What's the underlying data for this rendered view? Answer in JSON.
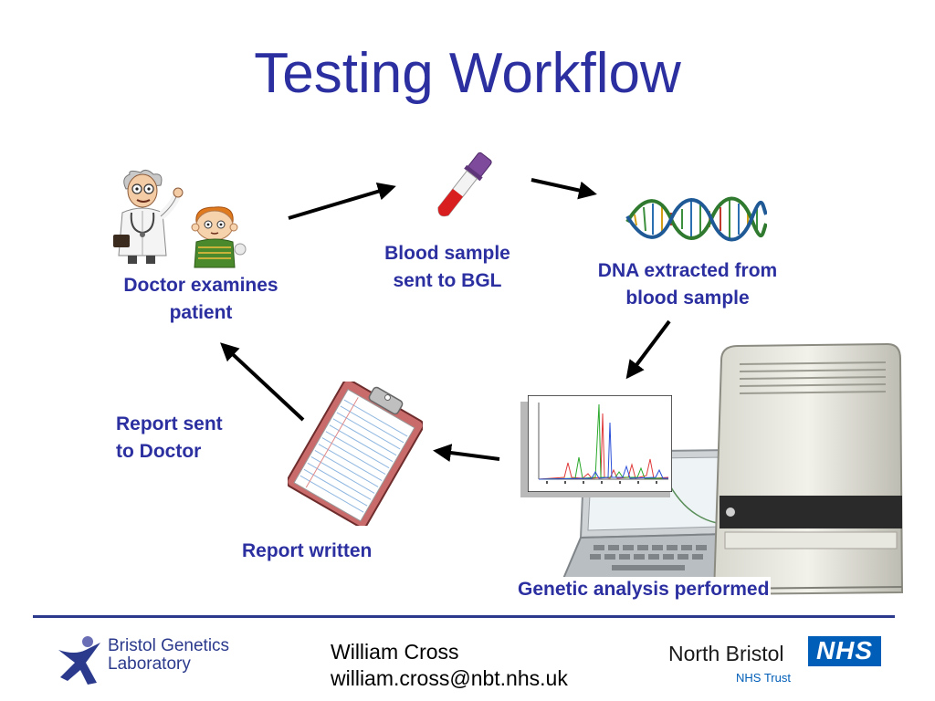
{
  "slide": {
    "title": "Testing Workflow"
  },
  "steps": {
    "doctor": {
      "label_line1": "Doctor examines",
      "label_line2": "patient"
    },
    "blood": {
      "label_line1": "Blood sample",
      "label_line2": "sent to BGL"
    },
    "dna": {
      "label_line1": "DNA extracted from",
      "label_line2": "blood sample"
    },
    "analysis": {
      "label": "Genetic analysis performed"
    },
    "report_written": {
      "label": "Report written"
    },
    "report_sent": {
      "label_line1": "Report sent",
      "label_line2": "to Doctor"
    }
  },
  "footer": {
    "lab": {
      "line1": "Bristol Genetics",
      "line2": "Laboratory"
    },
    "contact": {
      "name": "William Cross",
      "email": "william.cross@nbt.nhs.uk"
    },
    "trust": {
      "name": "North Bristol",
      "badge": "NHS",
      "subtitle": "NHS Trust"
    }
  },
  "colors": {
    "title": "#2b2fa0",
    "label": "#2b2fa0",
    "rule": "#2b3a8c",
    "nhs_blue": "#005eb8"
  },
  "icons": [
    "doctor-icon",
    "patient-icon",
    "blood-tube-icon",
    "dna-helix-icon",
    "clipboard-icon",
    "sequencer-icon",
    "laptop-icon",
    "chromatogram-icon",
    "bgl-logo-icon"
  ]
}
